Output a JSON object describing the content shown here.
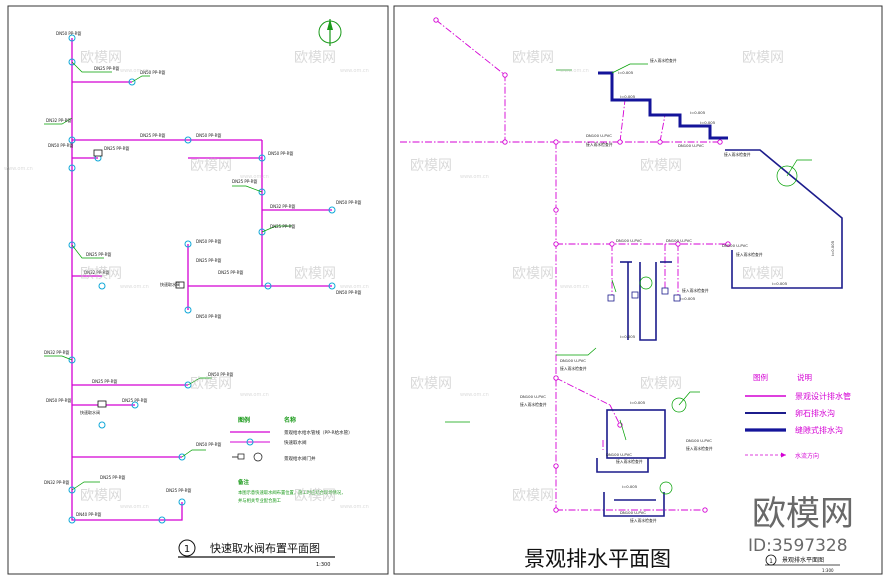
{
  "left_sheet": {
    "title": "快速取水阀布置平面图",
    "number": "1",
    "scale": "1:300",
    "legend_title": "图例",
    "legend_name_header": "名称",
    "legend_items": [
      "景观给水给水管线（PP-R给水管）",
      "快速取水阀",
      "景观给水阀门井"
    ],
    "notes_title": "备注",
    "notes_lines": [
      "本图示意快速取水阀布置位置，施工时应结合现场情况，",
      "并与相关专业配合施工"
    ],
    "pipe_labels": [
      "DN25 PP-R管",
      "DN32 PP-R管",
      "DN40 PP-R管",
      "DN50 PP-R管"
    ],
    "valve_label": "快速取水阀"
  },
  "right_sheet": {
    "main_title": "景观排水平面图",
    "number": "1",
    "sub_title": "景观排水平面图",
    "scale": "1:300",
    "legend_title": "图例",
    "legend_desc_header": "说明",
    "legend_items": [
      "景观设计排水管",
      "卵石排水沟",
      "缝隙式排水沟",
      "水流方向"
    ],
    "pipe_label": "DN100 U-PVC",
    "slope_label": "i=0.005",
    "note_label": "接入雨水检查井"
  },
  "watermark": {
    "brand": "欧模网",
    "id_text": "ID:3597328",
    "site": "www.om.cn"
  },
  "colors": {
    "water_pipe": "#d400d4",
    "drain_pipe": "#d400d4",
    "gravel_ditch": "#1c1c8c",
    "slot_drain": "#14149a",
    "valve_marker": "#10a8d8",
    "label_leader": "#00a000",
    "border": "#333333"
  }
}
